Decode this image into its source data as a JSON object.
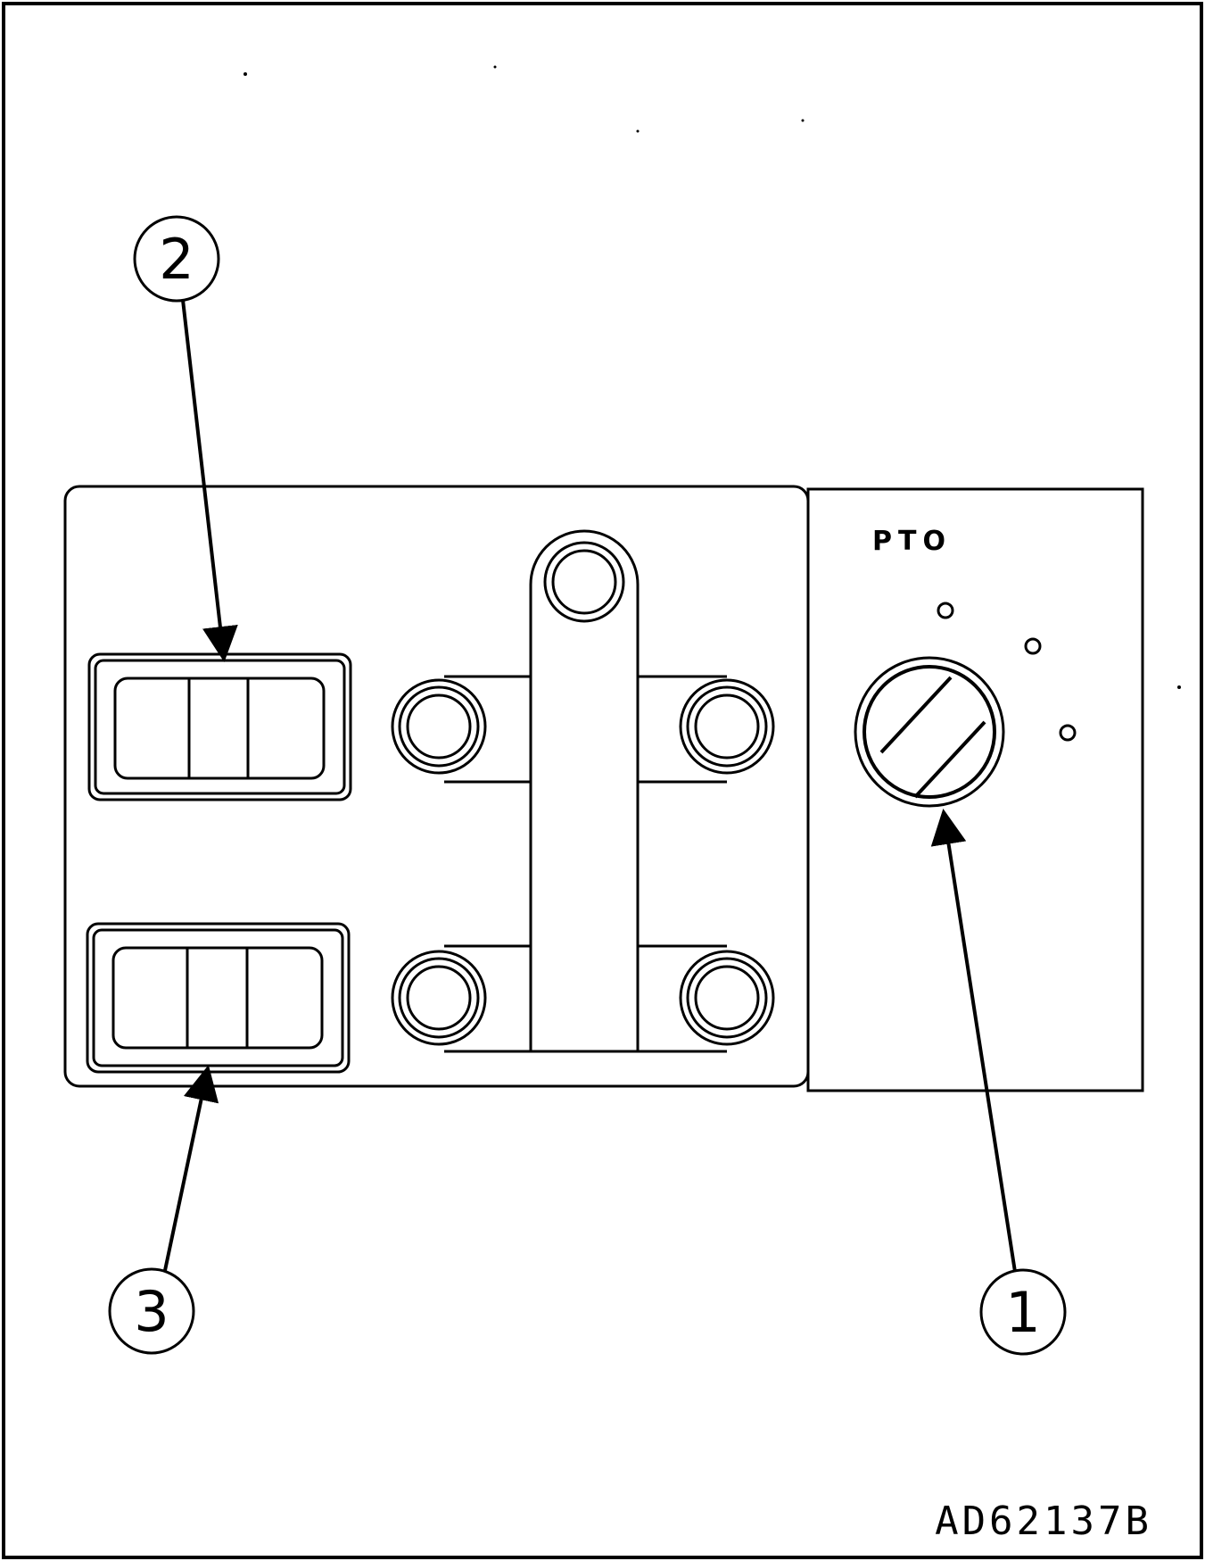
{
  "panel": {
    "pto_label": "PTO"
  },
  "callouts": [
    {
      "id": "1",
      "number": "1"
    },
    {
      "id": "2",
      "number": "2"
    },
    {
      "id": "3",
      "number": "3"
    }
  ],
  "figure_id": "AD62137B",
  "colors": {
    "line": "#000000",
    "background": "#ffffff"
  }
}
